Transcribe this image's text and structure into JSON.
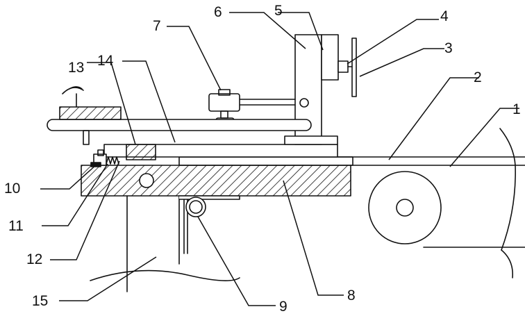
{
  "labels": {
    "l1": "1",
    "l2": "2",
    "l3": "3",
    "l4": "4",
    "l5": "5",
    "l6": "6",
    "l7": "7",
    "l8": "8",
    "l9": "9",
    "l10": "10",
    "l11": "11",
    "l12": "12",
    "l13": "13",
    "l14": "14",
    "l15": "15"
  },
  "colors": {
    "stroke": "#111111",
    "background": "#ffffff"
  }
}
